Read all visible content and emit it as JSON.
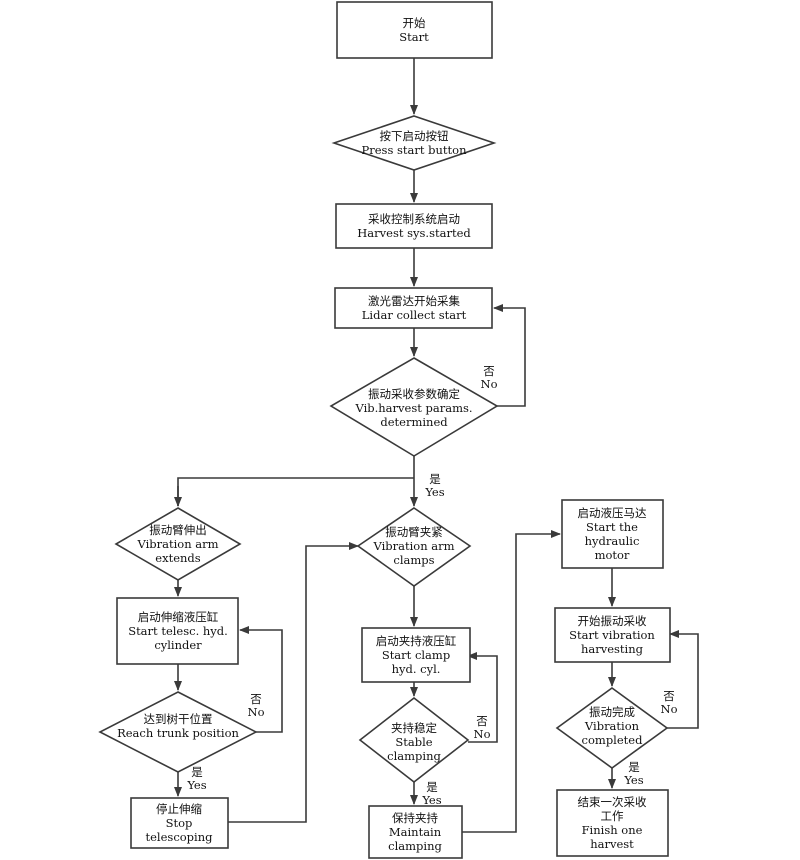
{
  "colors": {
    "stroke": "#3a3a3a",
    "fill": "#ffffff",
    "text": "#111111"
  },
  "nodes": {
    "start": {
      "zh": "开始",
      "en": "Start"
    },
    "press_start": {
      "zh": "按下启动按钮",
      "en": "Press start button"
    },
    "harvest_sys": {
      "zh": "采收控制系统启动",
      "en": "Harvest sys.started"
    },
    "lidar": {
      "zh": "激光雷达开始采集",
      "en": "Lidar collect start"
    },
    "vib_params": {
      "zh": "振动采收参数确定",
      "en1": "Vib.harvest params.",
      "en2": "determined"
    },
    "arm_extends": {
      "zh": "振动臂伸出",
      "en1": "Vibration arm",
      "en2": "extends"
    },
    "telesc_cyl": {
      "zh": "启动伸缩液压缸",
      "en1": "Start telesc. hyd.",
      "en2": "cylinder"
    },
    "reach_trunk": {
      "zh": "达到树干位置",
      "en": "Reach trunk position"
    },
    "stop_telesc": {
      "zh": "停止伸缩",
      "en1": "Stop",
      "en2": "telescoping"
    },
    "arm_clamps": {
      "zh": "振动臂夹紧",
      "en1": "Vibration arm",
      "en2": "clamps"
    },
    "clamp_cyl": {
      "zh": "启动夹持液压缸",
      "en1": "Start clamp",
      "en2": "hyd. cyl."
    },
    "stable_clamp": {
      "zh": "夹持稳定",
      "en1": "Stable",
      "en2": "clamping"
    },
    "maintain_clamp": {
      "zh": "保持夹持",
      "en1": "Maintain",
      "en2": "clamping"
    },
    "hyd_motor": {
      "zh": "启动液压马达",
      "en1": "Start the",
      "en2": "hydraulic",
      "en3": "motor"
    },
    "start_vib": {
      "zh": "开始振动采收",
      "en1": "Start vibration",
      "en2": "harvesting"
    },
    "vib_done": {
      "zh": "振动完成",
      "en1": "Vibration",
      "en2": "completed"
    },
    "finish": {
      "zh1": "结束一次采收",
      "zh2": "工作",
      "en1": "Finish one",
      "en2": "harvest"
    }
  },
  "labels": {
    "no_zh": "否",
    "no_en": "No",
    "yes_zh": "是",
    "yes_en": "Yes"
  }
}
